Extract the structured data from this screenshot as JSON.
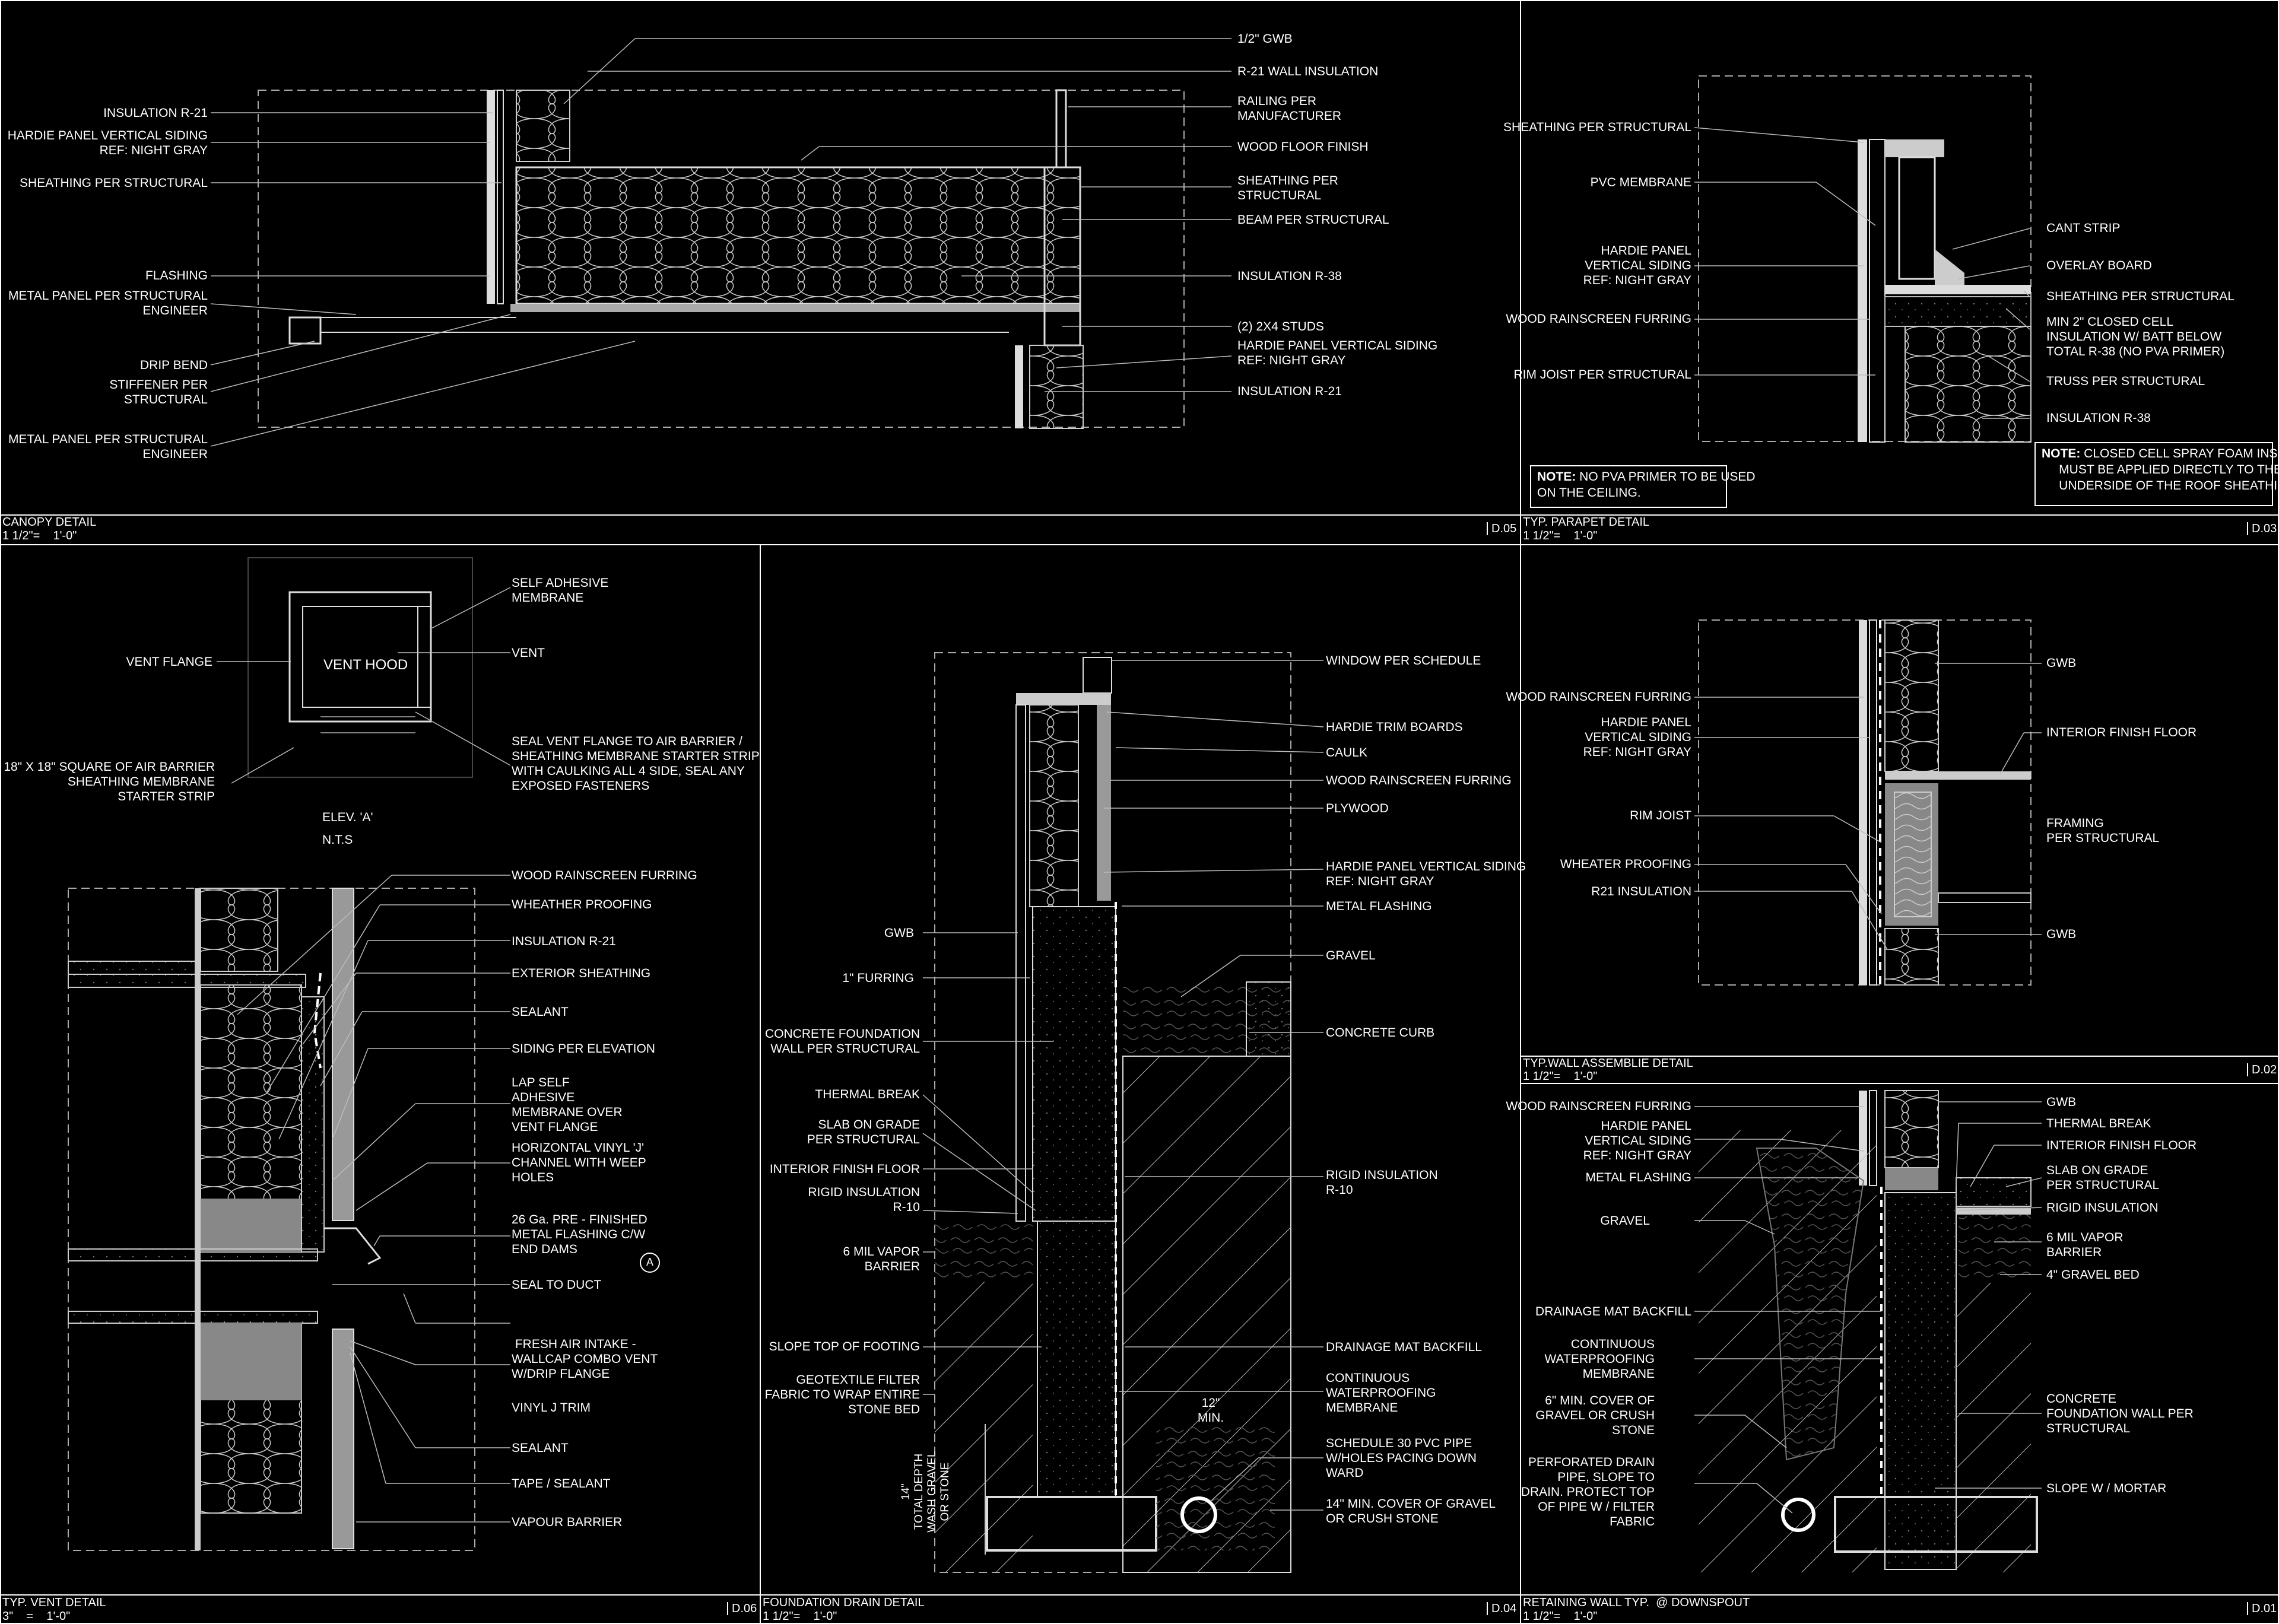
{
  "panels": {
    "canopy": {
      "title": "CANOPY DETAIL",
      "scale": "1 1/2\"=    1'-0\"",
      "number": "D.05",
      "left_labels": [
        "INSULATION R-21",
        "HARDIE PANEL VERTICAL SIDING\nREF: NIGHT GRAY",
        "SHEATHING PER STRUCTURAL",
        "FLASHING",
        "METAL PANEL PER STRUCTURAL\nENGINEER",
        "DRIP BEND",
        "STIFFENER PER\nSTRUCTURAL",
        "METAL PANEL PER STRUCTURAL\nENGINEER"
      ],
      "right_labels": [
        "1/2\" GWB",
        "R-21 WALL INSULATION",
        "RAILING PER\nMANUFACTURER",
        "WOOD FLOOR FINISH",
        "SHEATHING PER\nSTRUCTURAL",
        "BEAM PER STRUCTURAL",
        "INSULATION R-38",
        "(2) 2X4 STUDS",
        "HARDIE PANEL VERTICAL SIDING\nREF: NIGHT GRAY",
        "INSULATION R-21"
      ]
    },
    "parapet": {
      "title": "TYP. PARAPET DETAIL",
      "scale": "1 1/2\"=    1'-0\"",
      "number": "D.03",
      "left_labels": [
        "SHEATHING PER STRUCTURAL",
        "PVC MEMBRANE",
        "HARDIE PANEL\nVERTICAL SIDING\nREF: NIGHT GRAY",
        "WOOD RAINSCREEN FURRING",
        "RIM JOIST PER STRUCTURAL"
      ],
      "right_labels": [
        "CANT STRIP",
        "OVERLAY BOARD",
        "SHEATHING PER STRUCTURAL",
        "MIN 2\" CLOSED CELL\nINSULATION W/ BATT BELOW\nTOTAL R-38 (NO PVA PRIMER)",
        "TRUSS PER STRUCTURAL",
        "INSULATION R-38"
      ],
      "note_left_bold": "NOTE:",
      "note_left_text": " NO PVA PRIMER TO BE USED\nON THE CEILING.",
      "note_right_bold": "NOTE:",
      "note_right_text": " CLOSED CELL SPRAY FOAM INSULATION\n     MUST BE APPLIED DIRECTLY TO THE\n     UNDERSIDE OF THE ROOF SHEATHING."
    },
    "vent": {
      "title": "TYP. VENT DETAIL",
      "scale": "3\"    =    1'-0\"",
      "number": "D.06",
      "hood_label": "VENT HOOD",
      "elev_label": "ELEV. 'A'",
      "nts_label": "N.T.S",
      "elev_marker": "A",
      "left_labels": [
        "VENT FLANGE",
        "18\" X 18\" SQUARE OF AIR BARRIER\nSHEATHING MEMBRANE\nSTARTER STRIP"
      ],
      "right_labels": [
        "SELF ADHESIVE\nMEMBRANE",
        "VENT",
        "SEAL VENT FLANGE TO AIR BARRIER /\nSHEATHING MEMBRANE STARTER STRIP\nWITH CAULKING ALL 4 SIDE, SEAL ANY\nEXPOSED FASTENERS",
        "WOOD RAINSCREEN FURRING",
        "WHEATHER PROOFING",
        "INSULATION R-21",
        "EXTERIOR SHEATHING",
        "SEALANT",
        "SIDING PER ELEVATION",
        "LAP SELF\nADHESIVE\nMEMBRANE OVER\nVENT FLANGE",
        "HORIZONTAL VINYL 'J'\nCHANNEL WITH WEEP\nHOLES",
        "26 Ga. PRE - FINISHED\nMETAL FLASHING C/W\nEND DAMS",
        "SEAL TO DUCT",
        " FRESH AIR INTAKE -\nWALLCAP COMBO VENT\nW/DRIP FLANGE",
        "VINYL J TRIM",
        "SEALANT",
        "TAPE / SEALANT",
        "VAPOUR BARRIER"
      ]
    },
    "foundation": {
      "title": "FOUNDATION DRAIN DETAIL",
      "scale": "1 1/2\"=    1'-0\"",
      "number": "D.04",
      "dim_min": "12\"\nMIN.",
      "dim_depth": "14\"\nTOTAL DEPTH\nWASH GRAVEL\nOR STONE",
      "left_labels": [
        "GWB",
        "1\" FURRING",
        "CONCRETE FOUNDATION\nWALL PER STRUCTURAL",
        "THERMAL BREAK",
        "SLAB ON GRADE\nPER STRUCTURAL",
        "INTERIOR FINISH FLOOR",
        "RIGID INSULATION\nR-10",
        "6 MIL VAPOR\nBARRIER",
        "SLOPE TOP OF FOOTING",
        "GEOTEXTILE FILTER\nFABRIC TO WRAP ENTIRE\nSTONE BED"
      ],
      "right_labels": [
        "WINDOW PER SCHEDULE",
        "HARDIE TRIM BOARDS",
        "CAULK",
        "WOOD RAINSCREEN FURRING",
        "PLYWOOD",
        "HARDIE PANEL VERTICAL SIDING\nREF: NIGHT GRAY",
        "METAL FLASHING",
        "GRAVEL",
        "CONCRETE CURB",
        "RIGID INSULATION\nR-10",
        "DRAINAGE MAT BACKFILL",
        "CONTINUOUS\nWATERPROOFING\nMEMBRANE",
        "SCHEDULE 30 PVC PIPE\nW/HOLES PACING DOWN\nWARD",
        "14\" MIN. COVER OF GRAVEL\nOR CRUSH STONE"
      ]
    },
    "wall": {
      "title": "TYP.WALL ASSEMBLIE DETAIL",
      "scale": "1 1/2\"=    1'-0\"",
      "number": "D.02",
      "left_labels": [
        "WOOD RAINSCREEN FURRING",
        "HARDIE PANEL\nVERTICAL SIDING\nREF: NIGHT GRAY",
        "RIM JOIST",
        "WHEATER PROOFING",
        "R21 INSULATION"
      ],
      "right_labels": [
        "GWB",
        "INTERIOR FINISH FLOOR",
        "FRAMING\nPER STRUCTURAL",
        "GWB"
      ]
    },
    "retaining": {
      "title": "RETAINING WALL TYP.  @ DOWNSPOUT",
      "scale": "1 1/2\"=    1'-0\"",
      "number": "D.01",
      "left_labels": [
        "WOOD RAINSCREEN FURRING",
        "HARDIE PANEL\nVERTICAL SIDING\nREF: NIGHT GRAY",
        "METAL FLASHING",
        "GRAVEL",
        "DRAINAGE MAT BACKFILL",
        "CONTINUOUS\nWATERPROOFING\nMEMBRANE",
        "6\" MIN. COVER OF\nGRAVEL OR CRUSH\nSTONE",
        "PERFORATED DRAIN\nPIPE, SLOPE TO\nDRAIN. PROTECT TOP\nOF PIPE W / FILTER\nFABRIC"
      ],
      "right_labels": [
        "GWB",
        "THERMAL BREAK",
        "INTERIOR FINISH FLOOR",
        "SLAB ON GRADE\nPER STRUCTURAL",
        "RIGID INSULATION",
        "6 MIL VAPOR\nBARRIER",
        "4\" GRAVEL BED",
        "CONCRETE\nFOUNDATION WALL PER\nSTRUCTURAL",
        "SLOPE W / MORTAR"
      ]
    }
  }
}
